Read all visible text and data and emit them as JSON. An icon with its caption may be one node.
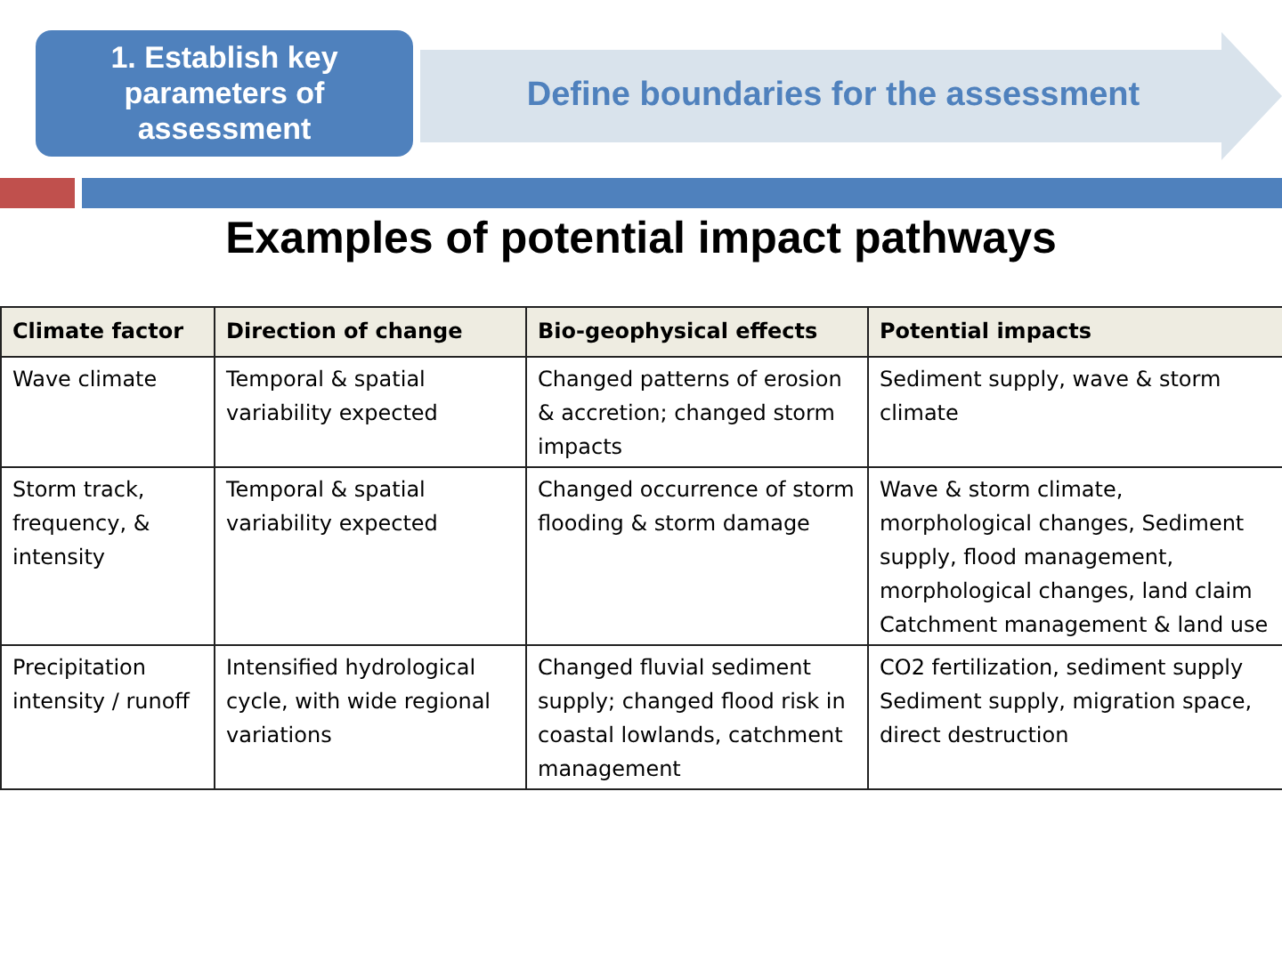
{
  "diagram": {
    "title": "Examples of potential impact pathways",
    "nodes": [
      {
        "text": [
          "1. Establish key parameters of assessment"
        ]
      },
      {
        "text": [
          "Define boundaries for the assessment"
        ]
      }
    ],
    "labels": [
      "Climate factor",
      "Direction of change",
      "Bio-geophysical effects",
      "Potential impacts",
      "Wave climate",
      "Temporal & spatial variability expected",
      "Changed patterns of erosion & accretion; changed storm impacts",
      "Sediment supply, wave & storm climate",
      "Storm track, frequency, & intensity",
      "Temporal & spatial variability expected",
      "Changed occurrence of storm flooding & storm damage",
      "Wave & storm climate, morphological changes, Sediment supply, flood management, morphological changes, land claim Catchment management & land use",
      "Precipitation intensity / runoff",
      "Intensified hydrological cycle, with wide regional variations",
      "Changed fluvial sediment supply; changed flood risk in coastal lowlands, catchment management",
      "CO2 fertilization, sediment supply Sediment supply, migration space, direct destruction"
    ]
  }
}
